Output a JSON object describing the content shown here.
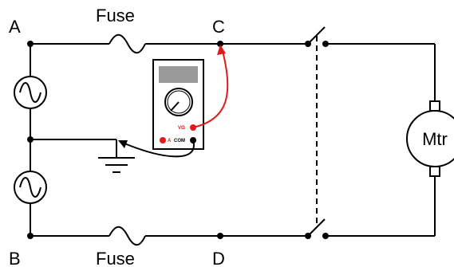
{
  "nodes": {
    "a": "A",
    "b": "B",
    "c": "C",
    "d": "D"
  },
  "fuse_top_label": "Fuse",
  "fuse_bottom_label": "Fuse",
  "motor_label": "Mtr",
  "meter": {
    "jack_volt_ohm": "VΩ",
    "jack_amp": "A",
    "jack_com": "COM"
  },
  "colors": {
    "wire": "#000000",
    "probe_red": "#e31a1a",
    "probe_black": "#000000",
    "display": "#9a9a9a",
    "meter_body": "#ffffff"
  }
}
